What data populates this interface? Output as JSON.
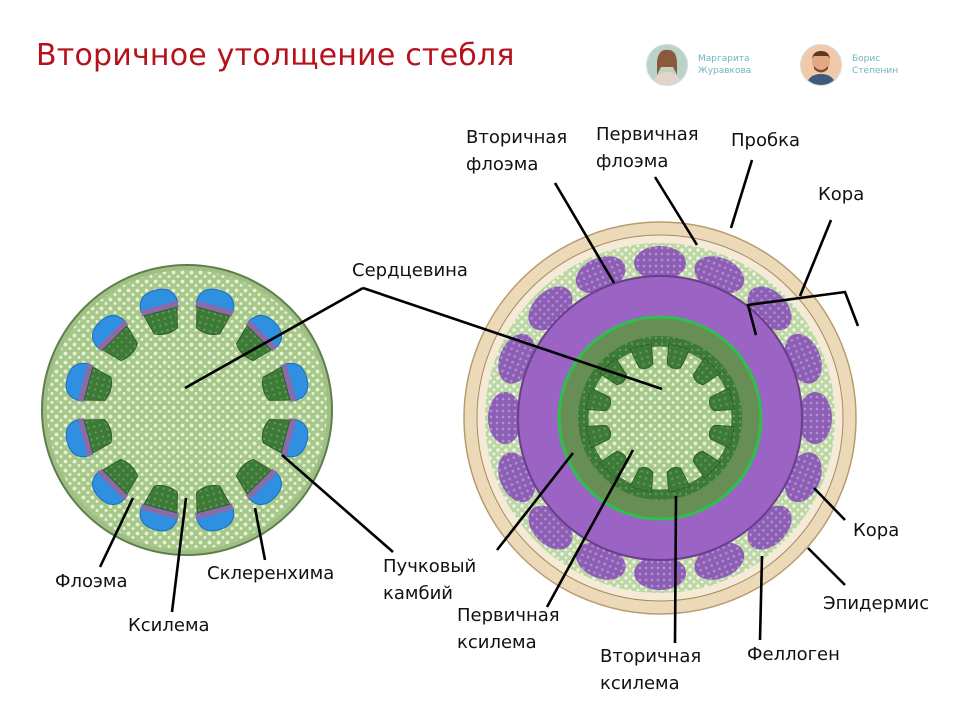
{
  "title": "Вторичное утолщение стебля",
  "authors": [
    {
      "first": "Маргарита",
      "last": "Журавкова",
      "avatar_icon": "woman-portrait-icon"
    },
    {
      "first": "Борис",
      "last": "Степенин",
      "avatar_icon": "man-portrait-icon"
    }
  ],
  "labels": {
    "left": {
      "pith": "Сердцевина",
      "phloem": "Флоэма",
      "xylem": "Ксилема",
      "sclerenchyma": "Склеренхима",
      "fascicular_cambium": [
        "Пучковый",
        "камбий"
      ]
    },
    "right": {
      "secondary_phloem": [
        "Вторичная",
        "флоэма"
      ],
      "primary_phloem": [
        "Первичная",
        "флоэма"
      ],
      "cork": "Пробка",
      "cortex_top": "Кора",
      "cortex_right": "Кора",
      "epidermis": "Эпидермис",
      "phellogen": "Феллоген",
      "secondary_xylem": [
        "Вторичная",
        "ксилема"
      ],
      "primary_xylem": [
        "Первичная",
        "ксилема"
      ]
    }
  },
  "colors": {
    "title": "#b5121b",
    "ground_tissue": "#a6c98a",
    "ground_dots": "#e8f0da",
    "xylem": "#3e7a37",
    "phloem_blue": "#2f8fe0",
    "cambium_purple": "#8a6aa8",
    "secondary_phloem": "#a36cc6",
    "phloem_rim": "#7b4fa0",
    "cork": "#ecd9b8",
    "secondary_xylem": "#5b8c4a",
    "cambium_line": "#2fbf4f"
  }
}
